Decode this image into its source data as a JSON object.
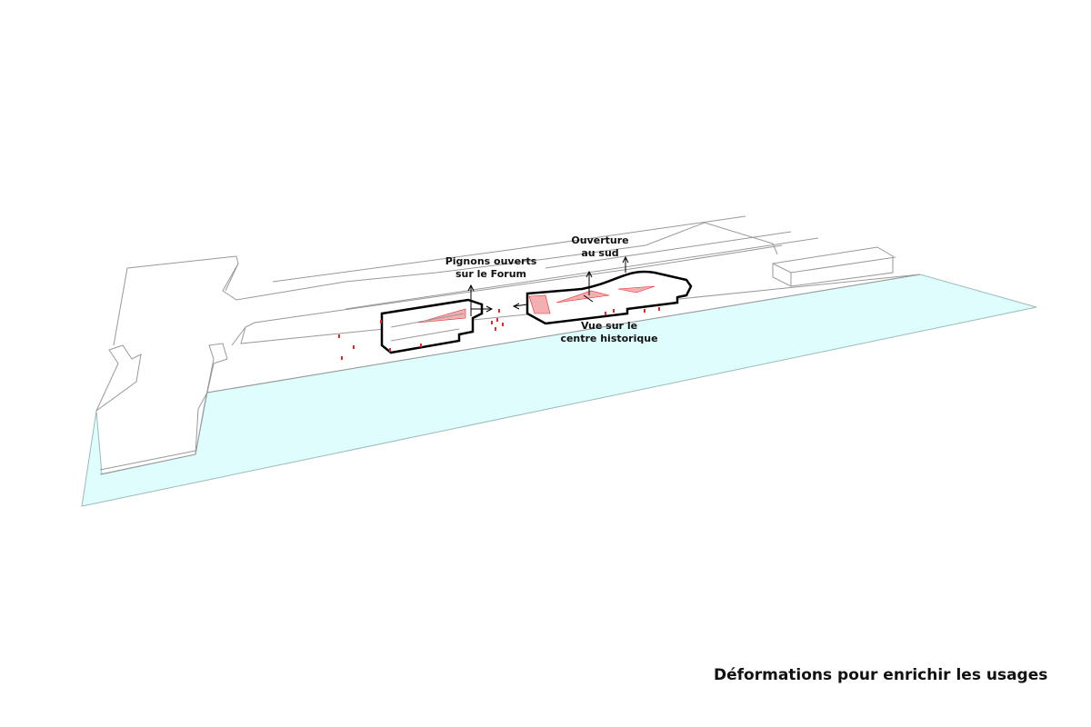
{
  "title": "Déformations pour enrichir les usages",
  "annotations": {
    "pignons": [
      "Pignons ouverts",
      "sur le Forum"
    ],
    "ouverture": [
      "Ouverture",
      "au sud"
    ],
    "vue": [
      "Vue sur le",
      "centre historique"
    ]
  },
  "colors": {
    "water": "#e0fdfd",
    "outline": "#999999",
    "building": "#000000",
    "accent": "#e8262b",
    "accent_fill": "#f4b0b0"
  }
}
